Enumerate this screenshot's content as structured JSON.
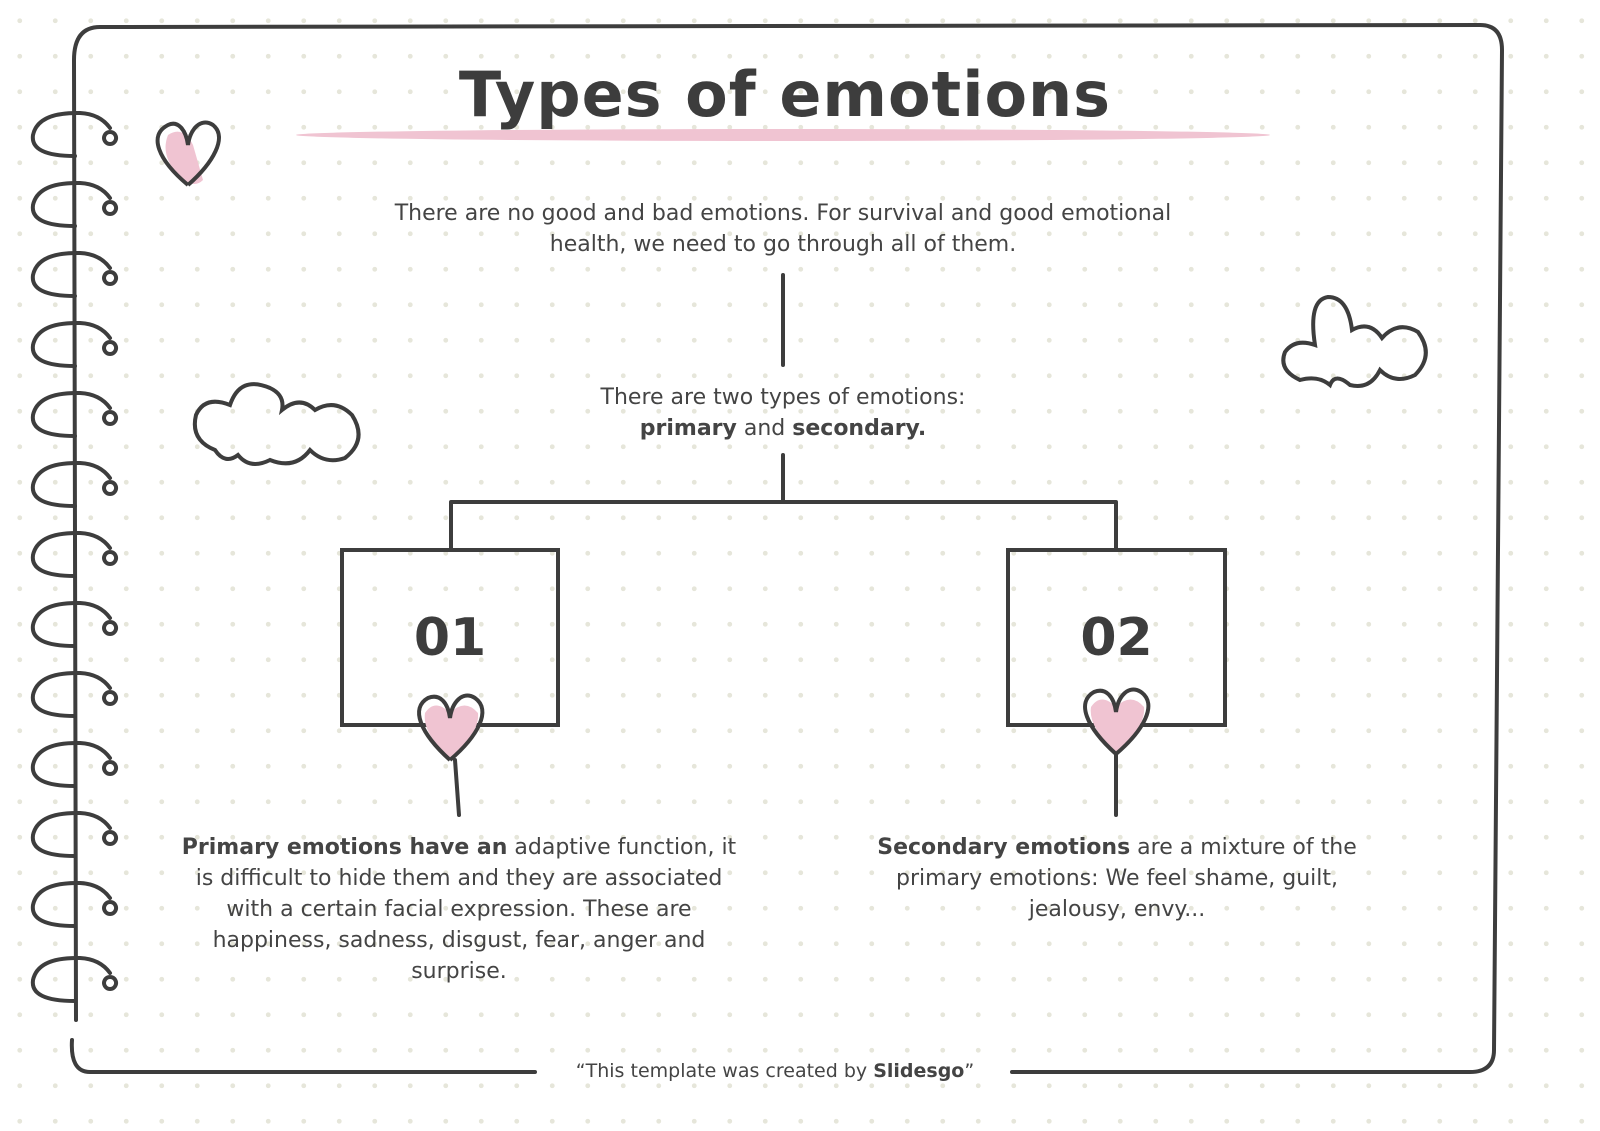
{
  "title": "Types of emotions",
  "intro": "There are no good and bad emotions. For survival and good emotional health, we need to go through all of them.",
  "types_line": "There are two types of emotions:",
  "types_primary": "primary",
  "types_and": "and",
  "types_secondary": "secondary.",
  "boxes": [
    {
      "number": "01",
      "bold": "Primary emotions have an",
      "text": " adaptive function, it is difficult to hide them and they are associated with a certain facial expression. These are happiness, sadness, disgust, fear, anger and surprise."
    },
    {
      "number": "02",
      "bold": "Secondary emotions",
      "text": " are a mixture of the primary emotions: We feel shame, guilt, jealousy, envy..."
    }
  ],
  "footer": {
    "prefix": "“This template was created by ",
    "brand": "Slidesgo",
    "suffix": "”"
  },
  "colors": {
    "ink": "#3d3d3d",
    "pink": "#f0c4d2"
  }
}
